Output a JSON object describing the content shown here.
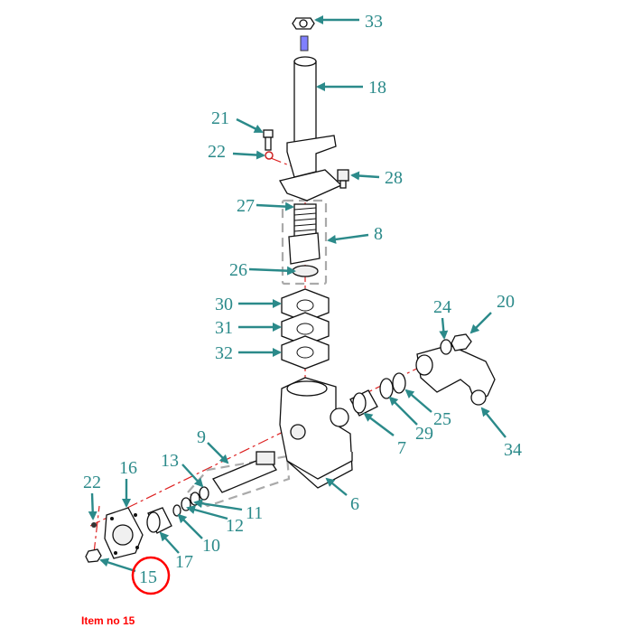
{
  "diagram": {
    "caption": "Item no 15",
    "highlighted_item": "15",
    "colors": {
      "callout": "#2b8a8a",
      "highlight": "#ff0000",
      "axis": "#dd2222"
    },
    "callouts": [
      {
        "label": "33"
      },
      {
        "label": "18"
      },
      {
        "label": "21"
      },
      {
        "label": "22"
      },
      {
        "label": "28"
      },
      {
        "label": "27"
      },
      {
        "label": "8"
      },
      {
        "label": "26"
      },
      {
        "label": "30"
      },
      {
        "label": "31"
      },
      {
        "label": "32"
      },
      {
        "label": "24"
      },
      {
        "label": "20"
      },
      {
        "label": "9"
      },
      {
        "label": "13"
      },
      {
        "label": "16"
      },
      {
        "label": "22"
      },
      {
        "label": "25"
      },
      {
        "label": "29"
      },
      {
        "label": "7"
      },
      {
        "label": "34"
      },
      {
        "label": "11"
      },
      {
        "label": "12"
      },
      {
        "label": "10"
      },
      {
        "label": "17"
      },
      {
        "label": "6"
      },
      {
        "label": "15"
      }
    ]
  }
}
